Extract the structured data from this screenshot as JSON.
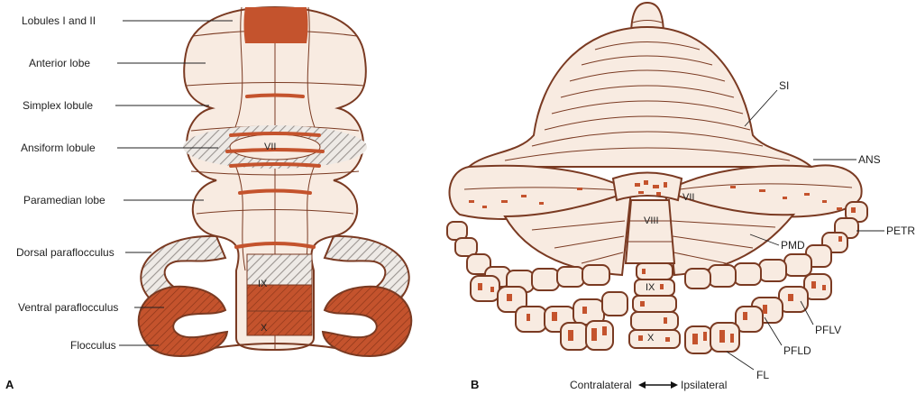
{
  "panel_a": {
    "letter": "A",
    "labels": {
      "lobules": "Lobules I and II",
      "anterior": "Anterior  lobe",
      "simplex": "Simplex lobule",
      "ansiform": "Ansiform lobule",
      "paramedian": "Paramedian  lobe",
      "dorsal_pf": "Dorsal paraflocculus",
      "ventral_pf": "Ventral paraflocculus",
      "flocculus": "Flocculus"
    },
    "roman": {
      "vii": "VII",
      "ix": "IX",
      "x": "X"
    }
  },
  "panel_b": {
    "letter": "B",
    "labels": {
      "si": "SI",
      "ans": "ANS",
      "petr": "PETR",
      "pmd": "PMD",
      "pflv": "PFLV",
      "pfld": "PFLD",
      "fl": "FL"
    },
    "roman": {
      "vii": "VII",
      "viii": "VIII",
      "ix": "IX",
      "x": "X"
    },
    "direction": {
      "left": "Contralateral",
      "right": "Ipsilateral"
    }
  },
  "colors": {
    "rust": "#c4532d",
    "cream": "#f8ebe1",
    "outline": "#7a3a22"
  }
}
